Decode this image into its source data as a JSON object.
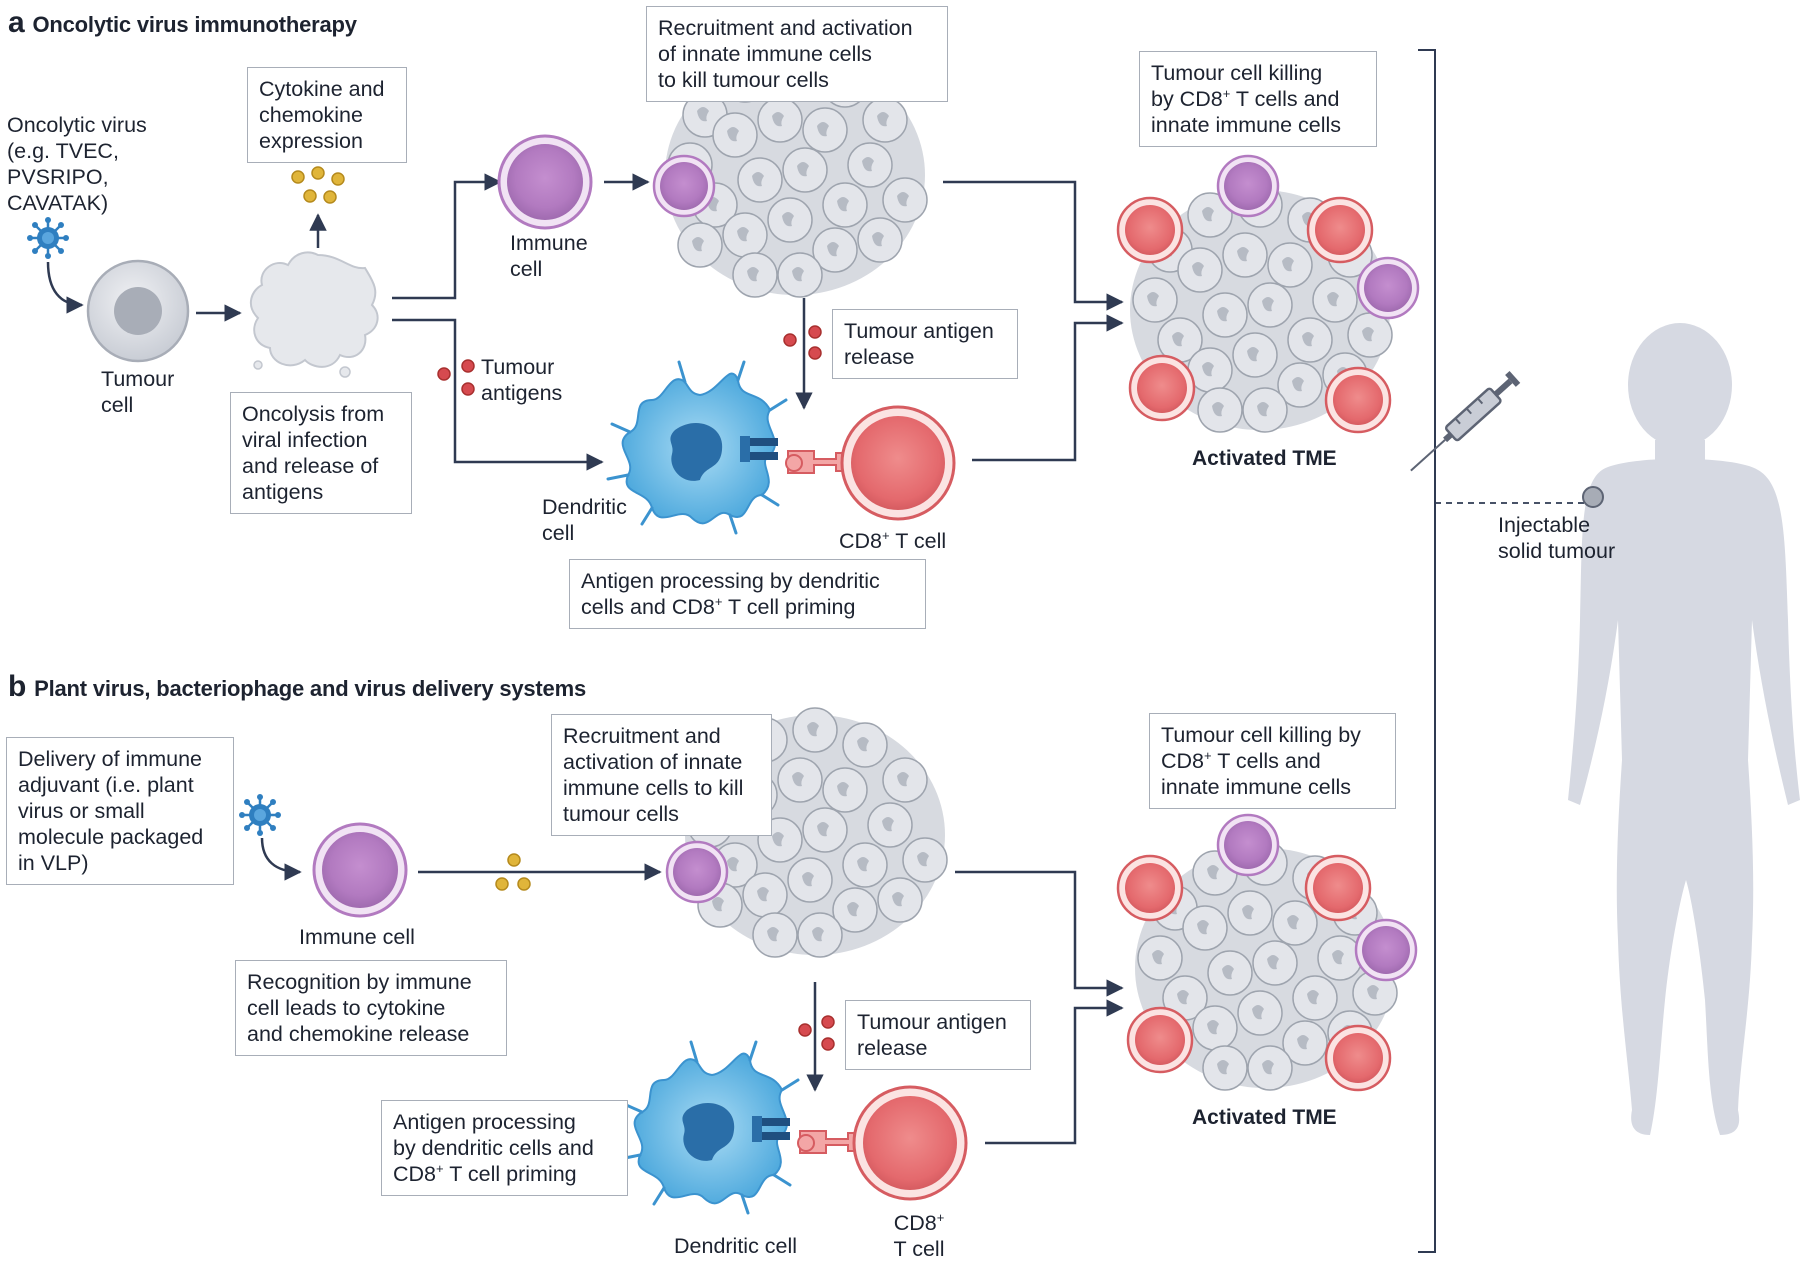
{
  "panel_a": {
    "letter": "a",
    "title": "Oncolytic virus immunotherapy",
    "oncolytic_virus_label": [
      "Oncolytic virus",
      "(e.g. TVEC,",
      "PVSRIPO,",
      "CAVATAK)"
    ],
    "tumour_cell_label": [
      "Tumour",
      "cell"
    ],
    "cytokine_box": [
      "Cytokine and",
      "chemokine",
      "expression"
    ],
    "oncolysis_box": [
      "Oncolysis from",
      "viral infection",
      "and release of",
      "antigens"
    ],
    "immune_cell_label": [
      "Immune",
      "cell"
    ],
    "tumour_antigens_label": [
      "Tumour",
      "antigens"
    ],
    "recruitment_box": [
      "Recruitment and activation",
      "of innate immune cells",
      "to kill tumour cells"
    ],
    "tumour_antigen_release_box": [
      "Tumour antigen",
      "release"
    ],
    "dendritic_cell_label": [
      "Dendritic",
      "cell"
    ],
    "cd8_label_pre": "CD8",
    "cd8_label_sup": "+",
    "cd8_label_post": " T cell",
    "antigen_processing_box": {
      "line1": "Antigen processing by dendritic",
      "line2_pre": "cells and CD8",
      "line2_sup": "+",
      "line2_post": " T cell priming"
    },
    "killing_box": {
      "line1": "Tumour cell killing",
      "line2_pre": "by CD8",
      "line2_sup": "+",
      "line2_post": " T cells and",
      "line3": "innate immune cells"
    },
    "activated_tme": "Activated TME"
  },
  "panel_b": {
    "letter": "b",
    "title": "Plant virus, bacteriophage and virus delivery systems",
    "delivery_box": [
      "Delivery of immune",
      "adjuvant (i.e. plant",
      "virus or small",
      "molecule packaged",
      "in VLP)"
    ],
    "immune_cell_label": "Immune cell",
    "recognition_box": [
      "Recognition by immune",
      "cell leads to cytokine",
      "and chemokine release"
    ],
    "recruitment_box": [
      "Recruitment and",
      "activation of innate",
      "immune cells to kill",
      "tumour cells"
    ],
    "tumour_antigen_release_box": [
      "Tumour antigen",
      "release"
    ],
    "antigen_processing_box": {
      "line1": "Antigen processing",
      "line2": "by dendritic cells and",
      "line3_pre": "CD8",
      "line3_sup": "+",
      "line3_post": " T cell priming"
    },
    "dendritic_cell_label": "Dendritic cell",
    "cd8_label_pre": "CD8",
    "cd8_label_sup": "+",
    "cd8_label_line2": "T cell",
    "killing_box": {
      "line1": "Tumour cell killing by",
      "line2_pre": "CD8",
      "line2_sup": "+",
      "line2_post": " T cells and",
      "line3": "innate immune cells"
    },
    "activated_tme": "Activated TME"
  },
  "right": {
    "injectable_label": [
      "Injectable",
      "solid tumour"
    ]
  },
  "colors": {
    "arrow": "#2f3a52",
    "virus": "#2f7fc0",
    "immune": "#b57cc1",
    "cd8": "#e8787a",
    "dendritic": "#5fb4e3",
    "antigen": "#d64a4f",
    "cytokine": "#e0b53a",
    "tumour": "#d9dce2",
    "silhouette": "#d6d9e2"
  },
  "icons": [
    "virus-icon",
    "syringe-icon",
    "human-silhouette-icon"
  ]
}
